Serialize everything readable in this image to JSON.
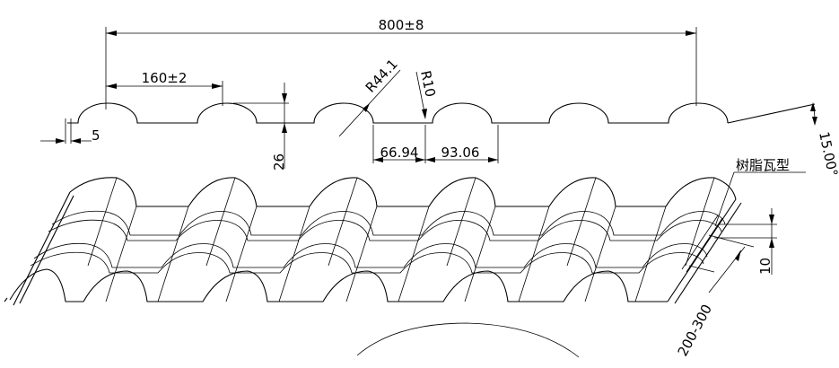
{
  "drawing": {
    "dimensions": {
      "total_width": "800±8",
      "pitch": "160±2",
      "flat_offset": "5",
      "height": "26",
      "large_radius": "R44.1",
      "small_radius": "R10",
      "segment_a": "66.94",
      "segment_b": "93.06",
      "angle": "15.00°",
      "step_height": "10",
      "step_spacing": "200-300"
    },
    "product_label": "树脂瓦型"
  }
}
